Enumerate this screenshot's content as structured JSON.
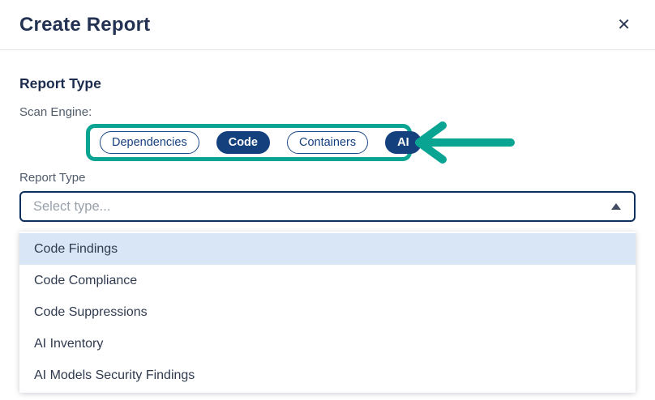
{
  "modal": {
    "title": "Create Report",
    "close_label": "✕"
  },
  "report_form": {
    "section_title": "Report Type",
    "scan_engine": {
      "label": "Scan Engine:",
      "pills": [
        {
          "label": "Dependencies",
          "selected": false
        },
        {
          "label": "Code",
          "selected": true
        },
        {
          "label": "Containers",
          "selected": false
        },
        {
          "label": "AI",
          "selected": true
        }
      ]
    },
    "report_type": {
      "label": "Report Type",
      "placeholder": "Select type...",
      "options": [
        {
          "label": "Code Findings",
          "highlighted": true
        },
        {
          "label": "Code Compliance",
          "highlighted": false
        },
        {
          "label": "Code Suppressions",
          "highlighted": false
        },
        {
          "label": "AI Inventory",
          "highlighted": false
        },
        {
          "label": "AI Models Security Findings",
          "highlighted": false
        }
      ]
    }
  },
  "annotation": {
    "type": "highlight-box-with-left-arrow",
    "color": "#09a592"
  },
  "colors": {
    "accent_teal": "#09a592",
    "navy_fill": "#14417e",
    "navy_border": "#1d4a88",
    "select_border": "#0d2f5d",
    "highlight_row": "#d8e6f6",
    "title_text": "#233252"
  }
}
